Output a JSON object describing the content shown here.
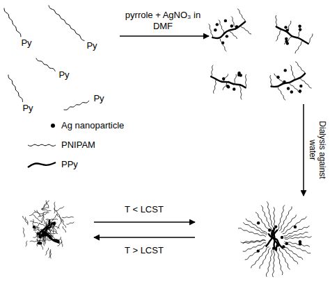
{
  "diagram": {
    "labels": [
      "Py",
      "Py",
      "Py",
      "Py",
      "Py",
      "pyrrole + AgNO₃ in DMF",
      "Dialysis against water",
      "T < LCST",
      "T > LCST"
    ],
    "legend": [
      {
        "text": "Ag nanoparticle"
      },
      {
        "text": "PNIPAM"
      },
      {
        "text": "PPy"
      }
    ]
  }
}
